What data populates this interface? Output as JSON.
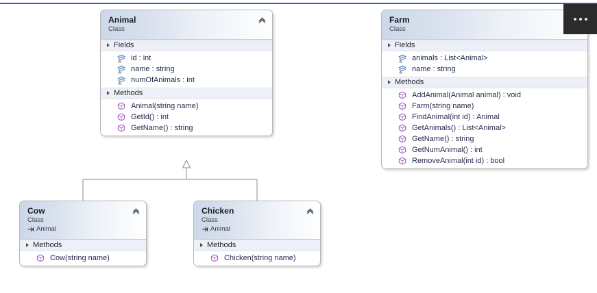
{
  "canvas": {
    "accent_color": "#1668B8",
    "background_color": "#ffffff"
  },
  "overflow_menu": {
    "name": "more-options",
    "label": "..."
  },
  "icons": {
    "field": "field-icon",
    "method": "method-icon",
    "collapse": "collapse-chevron-icon",
    "inheritance": "inheritance-arrow-icon",
    "expander": "expander-triangle-icon"
  },
  "diagram": {
    "type": "uml-class-diagram",
    "shapes": [
      {
        "id": "animal",
        "title": "Animal",
        "kind": "Class",
        "base": null,
        "compartments": [
          {
            "label": "Fields",
            "members": [
              {
                "text": "id : int",
                "kind": "field"
              },
              {
                "text": "name : string",
                "kind": "field"
              },
              {
                "text": "numOfAnimals : int",
                "kind": "field"
              }
            ]
          },
          {
            "label": "Methods",
            "members": [
              {
                "text": "Animal(string name)",
                "kind": "method"
              },
              {
                "text": "GetId() : int",
                "kind": "method"
              },
              {
                "text": "GetName() : string",
                "kind": "method"
              }
            ]
          }
        ]
      },
      {
        "id": "farm",
        "title": "Farm",
        "kind": "Class",
        "base": null,
        "compartments": [
          {
            "label": "Fields",
            "members": [
              {
                "text": "animals : List<Animal>",
                "kind": "field"
              },
              {
                "text": "name : string",
                "kind": "field"
              }
            ]
          },
          {
            "label": "Methods",
            "members": [
              {
                "text": "AddAnimal(Animal animal) : void",
                "kind": "method"
              },
              {
                "text": "Farm(string name)",
                "kind": "method"
              },
              {
                "text": "FindAnimal(int id) : Animal",
                "kind": "method"
              },
              {
                "text": "GetAnimals() : List<Animal>",
                "kind": "method"
              },
              {
                "text": "GetName() : string",
                "kind": "method"
              },
              {
                "text": "GetNumAnimal() : int",
                "kind": "method"
              },
              {
                "text": "RemoveAnimal(int id) : bool",
                "kind": "method"
              }
            ]
          }
        ]
      },
      {
        "id": "cow",
        "title": "Cow",
        "kind": "Class",
        "base": "Animal",
        "compartments": [
          {
            "label": "Methods",
            "members": [
              {
                "text": "Cow(string name)",
                "kind": "method"
              }
            ]
          }
        ]
      },
      {
        "id": "chicken",
        "title": "Chicken",
        "kind": "Class",
        "base": "Animal",
        "compartments": [
          {
            "label": "Methods",
            "members": [
              {
                "text": "Chicken(string name)",
                "kind": "method"
              }
            ]
          }
        ]
      }
    ],
    "relationships": [
      {
        "type": "inheritance",
        "from": "cow",
        "to": "animal"
      },
      {
        "type": "inheritance",
        "from": "chicken",
        "to": "animal"
      }
    ]
  }
}
